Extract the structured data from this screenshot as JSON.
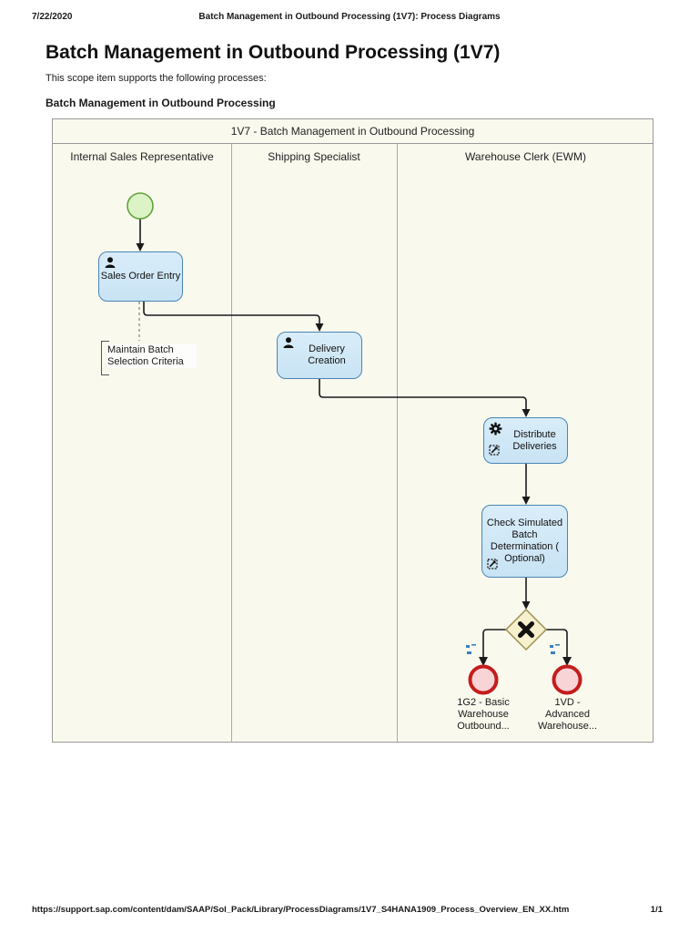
{
  "header": {
    "date": "7/22/2020",
    "doc_header": "Batch Management in Outbound Processing (1V7): Process Diagrams"
  },
  "page": {
    "title": "Batch Management in Outbound Processing (1V7)",
    "subtitle": "This scope item supports the following processes:",
    "section_heading": "Batch Management in Outbound Processing"
  },
  "diagram": {
    "title": "1V7 - Batch Management in Outbound Processing",
    "lanes": [
      {
        "label": "Internal Sales Representative"
      },
      {
        "label": "Shipping Specialist"
      },
      {
        "label": "Warehouse Clerk (EWM)"
      }
    ],
    "nodes": {
      "start_event": {
        "type": "start-event"
      },
      "sales_order_entry": {
        "label": "Sales Order Entry",
        "icon": "person-icon",
        "lane": "Internal Sales Representative"
      },
      "annotation": {
        "label": "Maintain Batch Selection Criteria"
      },
      "delivery_creation": {
        "label": "Delivery Creation",
        "icon": "person-icon",
        "lane": "Shipping Specialist"
      },
      "distribute_deliveries": {
        "label": "Distribute Deliveries",
        "icon": "gear-icon",
        "marker": "link-icon",
        "lane": "Warehouse Clerk (EWM)"
      },
      "check_simulated": {
        "label": "Check Simulated Batch Determination ( Optional)",
        "marker": "link-icon",
        "lane": "Warehouse Clerk (EWM)"
      },
      "gateway": {
        "type": "exclusive-gateway",
        "symbol": "X"
      },
      "end_basic": {
        "label": "1G2 - Basic Warehouse Outbound..."
      },
      "end_advanced": {
        "label": "1VD - Advanced Warehouse..."
      }
    },
    "flows": [
      [
        "start_event",
        "sales_order_entry"
      ],
      [
        "sales_order_entry",
        "delivery_creation"
      ],
      [
        "sales_order_entry",
        "annotation"
      ],
      [
        "delivery_creation",
        "distribute_deliveries"
      ],
      [
        "distribute_deliveries",
        "check_simulated"
      ],
      [
        "check_simulated",
        "gateway"
      ],
      [
        "gateway",
        "end_basic"
      ],
      [
        "gateway",
        "end_advanced"
      ]
    ],
    "colors": {
      "canvas_bg": "#faf9ee",
      "task_fill": "#cfe7f7",
      "task_border": "#4986b4",
      "start_fill": "#dcf3c5",
      "start_border": "#61a33c",
      "end_fill": "#f8d4d7",
      "end_border": "#c41d1d",
      "gateway_fill": "#f7f0cd",
      "gateway_border": "#9c9150",
      "flow_line": "#1a1a1a",
      "marker_blue": "#3a7fbf"
    }
  },
  "footer": {
    "url": "https://support.sap.com/content/dam/SAAP/Sol_Pack/Library/ProcessDiagrams/1V7_S4HANA1909_Process_Overview_EN_XX.htm",
    "page_indicator": "1/1"
  }
}
